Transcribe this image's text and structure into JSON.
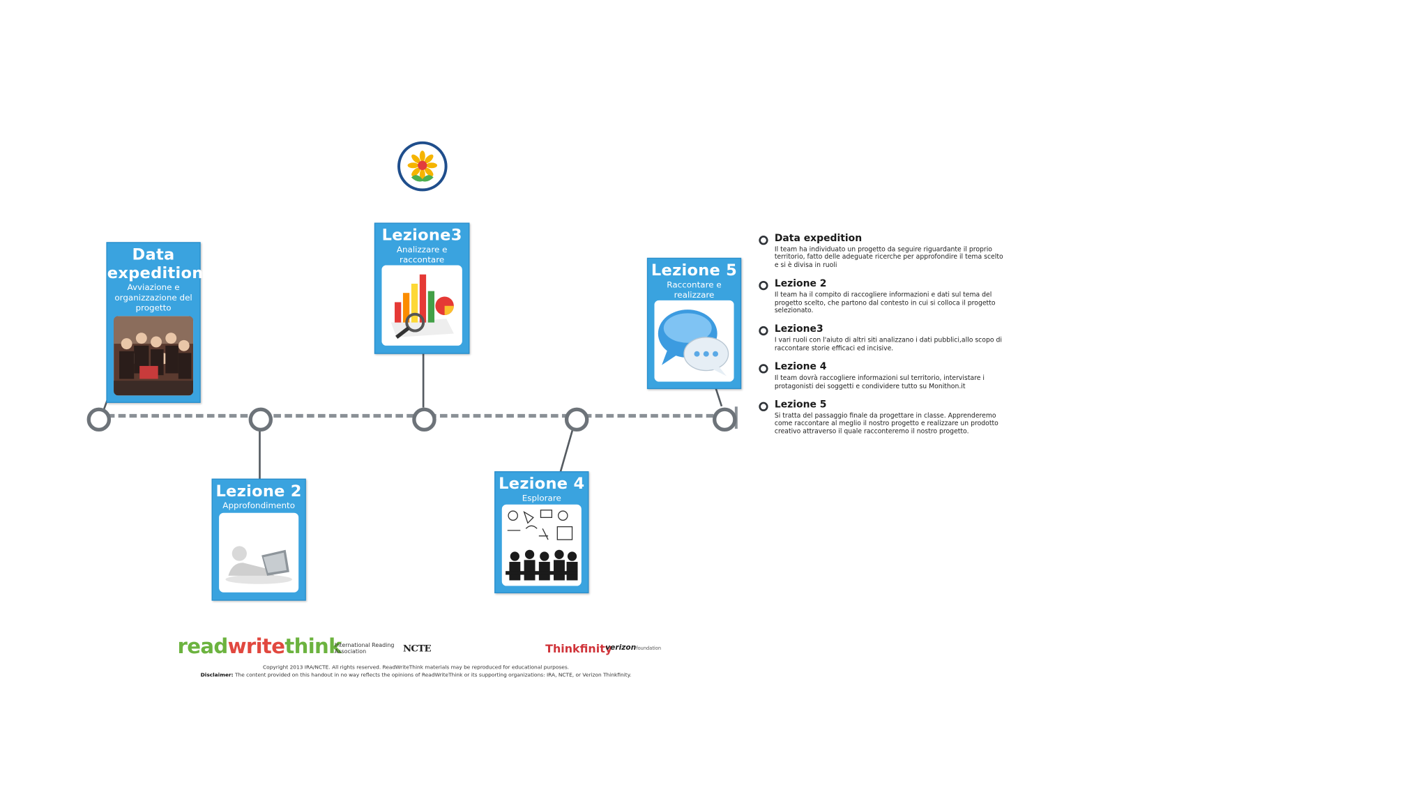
{
  "cards": [
    {
      "id": "data-expedition",
      "title": "Data expedition",
      "subtitle": "Avviazione e organizzazione del progetto"
    },
    {
      "id": "lezione2",
      "title": "Lezione 2",
      "subtitle": "Approfondimento"
    },
    {
      "id": "lezione3",
      "title": "Lezione3",
      "subtitle": "Analizzare e raccontare"
    },
    {
      "id": "lezione4",
      "title": "Lezione 4",
      "subtitle": "Esplorare"
    },
    {
      "id": "lezione5",
      "title": "Lezione 5",
      "subtitle": "Raccontare e realizzare"
    }
  ],
  "legend": [
    {
      "title": "Data expedition",
      "text": "Il team ha individuato un progetto da seguire riguardante il proprio territorio, fatto delle adeguate ricerche per approfondire il tema scelto e si è divisa in ruoli"
    },
    {
      "title": "Lezione 2",
      "text": "Il team ha il compito di raccogliere informazioni e dati sul tema del progetto scelto, che partono dal contesto in cui si colloca il progetto selezionato."
    },
    {
      "title": "Lezione3",
      "text": "I vari ruoli con l'aiuto di altri siti analizzano i dati pubblici,allo scopo di raccontare storie efficaci ed incisive."
    },
    {
      "title": "Lezione 4",
      "text": "Il team dovrà raccogliere informazioni sul territorio, intervistare i protagonisti dei soggetti e condividere tutto su Monithon.it"
    },
    {
      "title": "Lezione 5",
      "text": "Si tratta del passaggio finale da progettare in classe. Apprenderemo come raccontare al meglio il nostro progetto e realizzare un prodotto creativo attraverso il quale racconteremo il nostro progetto."
    }
  ],
  "footer": {
    "rwt_read": "read",
    "rwt_write": "write",
    "rwt_think": "think",
    "ira": "International Reading Association",
    "ncte": "NCTE",
    "thinkfinity": "Thinkfinity",
    "verizon": "verizon",
    "verizon_foundation": "foundation",
    "copyright": "Copyright 2013 IRA/NCTE. All rights reserved. ReadWriteThink materials may be reproduced for educational purposes.",
    "disclaimer_label": "Disclaimer:",
    "disclaimer_text": " The content provided on this handout in no way reflects the opinions of ReadWriteThink or its supporting organizations: IRA, NCTE, or Verizon Thinkfinity."
  },
  "colors": {
    "card": "#3aa3df",
    "track": "#8a9096",
    "node": "#6d7379"
  }
}
